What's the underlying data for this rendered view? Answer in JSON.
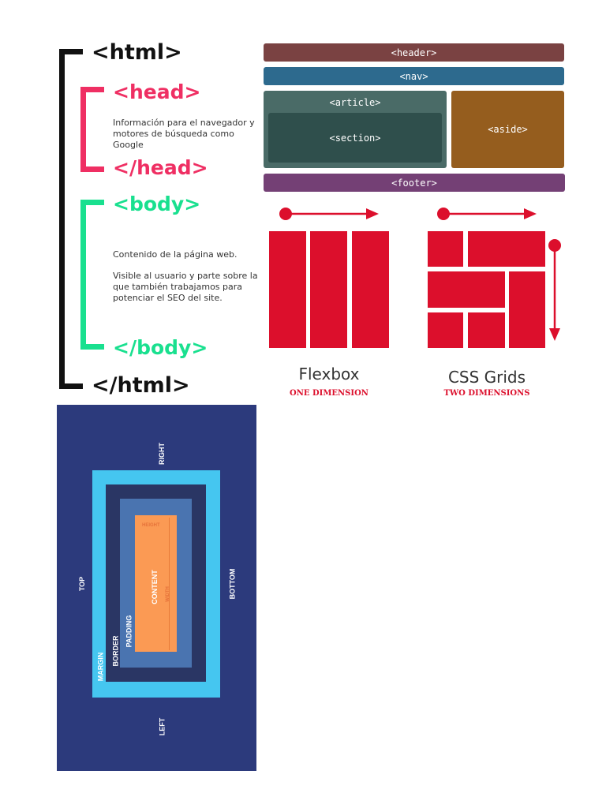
{
  "html_structure": {
    "html_open": "<html>",
    "head_open": "<head>",
    "head_text": "Información para el navegador y motores de búsqueda como Google",
    "head_close": "</head>",
    "body_open": "<body>",
    "body_text_1": "Contenido de la página web.",
    "body_text_2": "Visible al usuario y parte sobre la que también trabajamos para potenciar el SEO del site.",
    "body_close": "</body>",
    "html_close": "</html>",
    "colors": {
      "html": "#111111",
      "head": "#ef2f63",
      "body": "#19e08f"
    }
  },
  "semantic_layout": {
    "header": "<header>",
    "nav": "<nav>",
    "article": "<article>",
    "section": "<section>",
    "aside": "<aside>",
    "footer": "<footer>",
    "colors": {
      "header": "#7a4242",
      "nav": "#2d6a8e",
      "article": "#4a6b67",
      "section": "#2f4f4c",
      "aside": "#955d1e",
      "footer": "#744075"
    }
  },
  "layout_systems": {
    "flexbox_title": "Flexbox",
    "flexbox_sub": "ONE DIMENSION",
    "grid_title": "CSS Grids",
    "grid_sub": "TWO DIMENSIONS",
    "accent": "#dc0f2c"
  },
  "box_model": {
    "right": "RIGHT",
    "top": "TOP",
    "bottom": "BOTTOM",
    "left": "LEFT",
    "margin": "MARGIN",
    "border": "BORDER",
    "padding": "PADDING",
    "content": "CONTENT",
    "height": "HEIGHT",
    "width": "WIDTH",
    "colors": {
      "background": "#2c3a7c",
      "margin": "#45c6f0",
      "border": "#2a3664",
      "padding": "#4a74b0",
      "content": "#fb9a54"
    }
  }
}
